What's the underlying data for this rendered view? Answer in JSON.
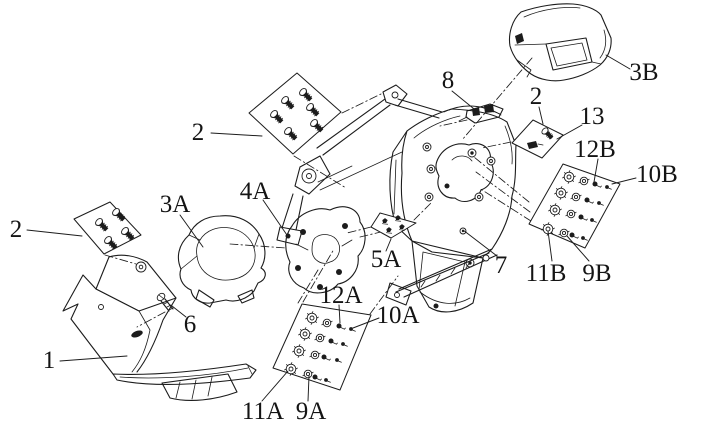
{
  "diagram": {
    "background_color": "#ffffff",
    "line_color": "#1c1c1c",
    "callouts": {
      "c1": "1",
      "c2_top": "2",
      "c2_left": "2",
      "c2_mid": "2",
      "c3a": "3A",
      "c3b": "3B",
      "c4a": "4A",
      "c5a": "5A",
      "c6": "6",
      "c7": "7",
      "c8": "8",
      "c9a": "9A",
      "c9b": "9B",
      "c10a": "10A",
      "c10b": "10B",
      "c11a": "11A",
      "c11b": "11B",
      "c12a": "12A",
      "c12b": "12B",
      "c13": "13"
    }
  }
}
